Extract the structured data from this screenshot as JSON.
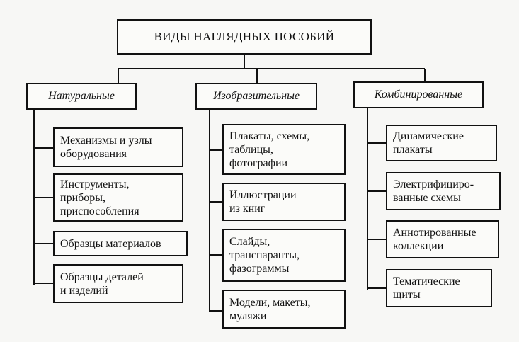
{
  "title": "ВИДЫ НАГЛЯДНЫХ ПОСОБИЙ",
  "categories": [
    {
      "label": "Натуральные",
      "items": [
        "Механизмы и узлы\nоборудования",
        "Инструменты,\nприборы,\nприспособления",
        "Образцы материалов",
        "Образцы деталей\nи изделий"
      ]
    },
    {
      "label": "Изобразительные",
      "items": [
        "Плакаты, схемы,\nтаблицы,\nфотографии",
        "Иллюстрации\nиз книг",
        "Слайды,\nтранспаранты,\nфазограммы",
        "Модели, макеты,\nмуляжи"
      ]
    },
    {
      "label": "Комбинированные",
      "items": [
        "Динамические\nплакаты",
        "Электрифициро-\nванные схемы",
        "Аннотированные\nколлекции",
        "Тематические\nщиты"
      ]
    }
  ]
}
